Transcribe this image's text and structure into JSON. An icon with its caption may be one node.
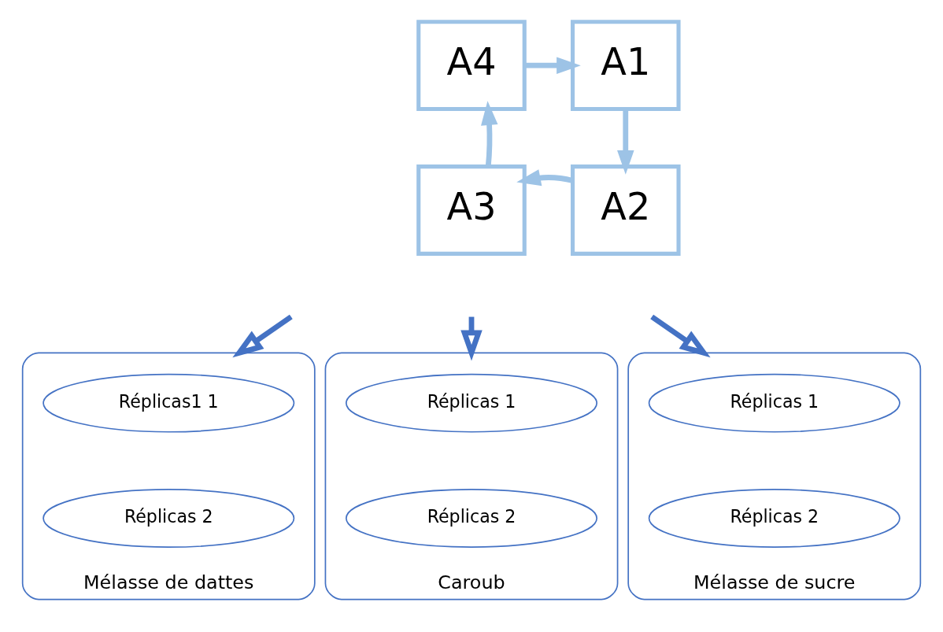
{
  "diagram": {
    "nodes": [
      {
        "text": [
          "A4"
        ]
      },
      {
        "text": [
          "A1"
        ]
      },
      {
        "text": [
          "A3"
        ]
      },
      {
        "text": [
          "A2"
        ]
      },
      {
        "text": [
          "Mélasse de dattes"
        ]
      },
      {
        "text": [
          "Réplicas1 1"
        ],
        "in": 4
      },
      {
        "text": [
          "Réplicas 2"
        ],
        "in": 4
      },
      {
        "text": [
          "Caroub"
        ]
      },
      {
        "text": [
          "Réplicas 1"
        ],
        "in": 7
      },
      {
        "text": [
          "Réplicas 2"
        ],
        "in": 7
      },
      {
        "text": [
          "Mélasse de sucre"
        ]
      },
      {
        "text": [
          "Réplicas 1"
        ],
        "in": 10
      },
      {
        "text": [
          "Réplicas 2"
        ],
        "in": 10
      }
    ],
    "edges": [
      {
        "from": 0,
        "to": 1,
        "arrow": "to",
        "color": "#9dc3e6"
      },
      {
        "from": 1,
        "to": 3,
        "arrow": "to",
        "color": "#9dc3e6"
      },
      {
        "from": 3,
        "to": 2,
        "arrow": "to",
        "color": "#9dc3e6"
      },
      {
        "from": 2,
        "to": 0,
        "arrow": "to",
        "color": "#9dc3e6"
      },
      {
        "from": null,
        "to": 4,
        "arrow": "to",
        "color": "#4472c4"
      },
      {
        "from": null,
        "to": 7,
        "arrow": "to",
        "color": "#4472c4"
      },
      {
        "from": null,
        "to": 10,
        "arrow": "to",
        "color": "#4472c4"
      }
    ]
  }
}
